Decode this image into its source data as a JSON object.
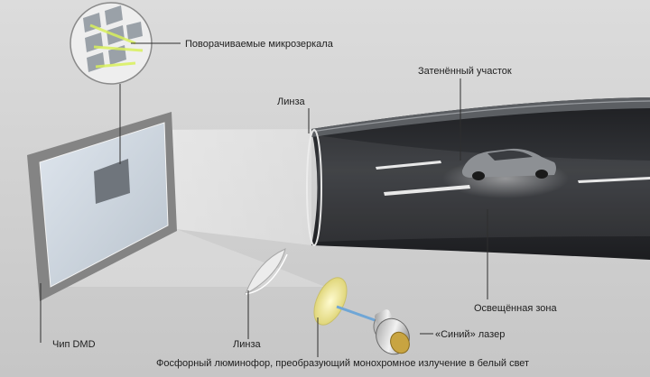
{
  "labels": {
    "micromirrors": "Поворачиваемые микрозеркала",
    "shaded_area": "Затенённый участок",
    "lens_top": "Линза",
    "lit_zone": "Освещённая зона",
    "blue_laser": "«Синий» лазер",
    "dmd_chip": "Чип DMD",
    "lens_bottom": "Линза",
    "phosphor": "Фосфорный люминофор, преобразующий монохромное излучение в белый свет"
  },
  "colors": {
    "background": "#d2d2d2",
    "road": "#2b2d30",
    "lane_marking": "#e8e8e8",
    "laser_beam": "#6fa6d6",
    "phosphor": "#e9e29a",
    "mirror_glow": "#d8f05a"
  }
}
